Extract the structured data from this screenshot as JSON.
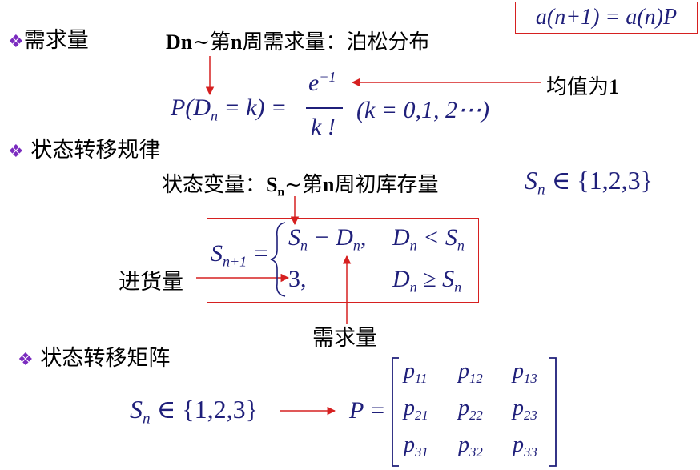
{
  "recursion": "a(n+1) = a(n)P",
  "section1": {
    "bullet": "❖",
    "title": "需求量",
    "dn_prefix": "Dn",
    "dn_suffix": "~第",
    "dn_n": "n",
    "dn_rest": "周需求量：泊松分布",
    "formula_left": "P(D",
    "formula_sub": "n",
    "formula_mid": " = k) =",
    "numerator": "e",
    "numerator_sup": "−1",
    "denominator": "k !",
    "condition": "(k = 0,1, 2⋯)",
    "mean_label": "均值为",
    "mean_value": "1"
  },
  "section2": {
    "bullet": "❖",
    "title": "状态转移规律",
    "state_var_label": "状态变量：",
    "state_var_s": "S",
    "state_var_sub": "n",
    "state_var_rest": "~第",
    "state_var_n": "n",
    "state_var_tail": "周初库存量",
    "state_set_s": "S",
    "state_set_sub": "n",
    "state_set_rest": " ∈ {1,2,3}",
    "lhs_s": "S",
    "lhs_sub": "n+1",
    "eq": "=",
    "case1_s": "S",
    "case1_sub": "n",
    "case1_minus": " − D",
    "case1_sub2": "n",
    "case1_comma": ",",
    "case1_cond_d": "D",
    "case1_cond_sub": "n",
    "case1_cond_op": " < S",
    "case1_cond_sub2": "n",
    "case2_val": "3,",
    "case2_cond_d": "D",
    "case2_cond_sub": "n",
    "case2_cond_op": " ≥ S",
    "case2_cond_sub2": "n",
    "restock_label": "进货量",
    "demand_label": "需求量"
  },
  "section3": {
    "bullet": "❖",
    "title": "状态转移矩阵",
    "set_s": "S",
    "set_sub": "n",
    "set_rest": " ∈ {1,2,3}",
    "p_label": "P =",
    "matrix": [
      [
        "11",
        "12",
        "13"
      ],
      [
        "21",
        "22",
        "23"
      ],
      [
        "31",
        "32",
        "33"
      ]
    ],
    "p_letter": "p"
  }
}
